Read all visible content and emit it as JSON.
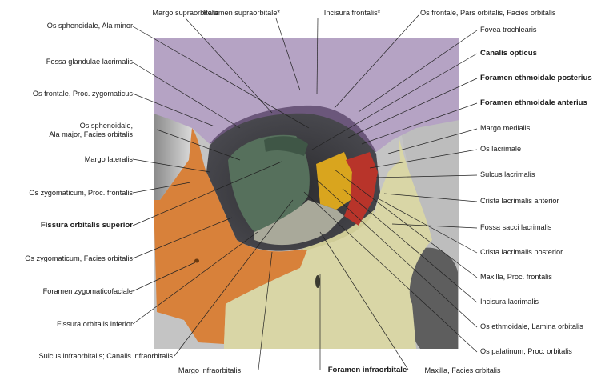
{
  "labels": {
    "top": {
      "margo_supraorbitalis": "Margo supraorbitalis",
      "foramen_supraorbitale": "Foramen supraorbitale*",
      "incisura_frontalis": "Incisura frontalis*",
      "os_frontale_pars_orbitalis": "Os frontale, Pars orbitalis, Facies orbitalis"
    },
    "left": {
      "os_sphenoidale_ala_minor": "Os sphenoidale, Ala minor",
      "fossa_glandulae_lacrimalis": "Fossa glandulae lacrimalis",
      "os_frontale_proc_zygomaticus": "Os frontale, Proc. zygomaticus",
      "os_sphenoidale_line1": "Os sphenoidale,",
      "os_sphenoidale_line2": "Ala major, Facies orbitalis",
      "margo_lateralis": "Margo lateralis",
      "os_zygomaticum_proc_frontalis": "Os zygomaticum, Proc. frontalis",
      "fissura_orbitalis_superior": "Fissura orbitalis superior",
      "os_zygomaticum_facies_orbitalis": "Os zygomaticum, Facies orbitalis",
      "foramen_zygomaticofaciale": "Foramen zygomaticofaciale",
      "fissura_orbitalis_inferior": "Fissura orbitalis inferior",
      "sulcus_infraorbitalis": "Sulcus infraorbitalis; Canalis infraorbitalis"
    },
    "right": {
      "fovea_trochlearis": "Fovea trochlearis",
      "canalis_opticus": "Canalis opticus",
      "foramen_ethmoidale_posterius": "Foramen ethmoidale posterius",
      "foramen_ethmoidale_anterius": "Foramen ethmoidale anterius",
      "margo_medialis": "Margo medialis",
      "os_lacrimale": "Os lacrimale",
      "sulcus_lacrimalis": "Sulcus lacrimalis",
      "crista_lacrimalis_anterior": "Crista lacrimalis anterior",
      "fossa_sacci_lacrimalis": "Fossa sacci lacrimalis",
      "crista_lacrimalis_posterior": "Crista lacrimalis posterior",
      "maxilla_proc_frontalis": "Maxilla, Proc. frontalis",
      "incisura_lacrimalis": "Incisura lacrimalis",
      "os_ethmoidale_lamina_orbitalis": "Os ethmoidale, Lamina orbitalis",
      "os_palatinum_proc_orbitalis": "Os palatinum, Proc. orbitalis"
    },
    "bottom": {
      "margo_infraorbitalis": "Margo infraorbitalis",
      "foramen_infraorbitale": "Foramen infraorbitale",
      "maxilla_facies_orbitalis": "Maxilla, Facies orbitalis"
    }
  },
  "colors": {
    "frontal": "#b5a3c4",
    "frontal_dark": "#5e4c6e",
    "sphenoid": "#56705c",
    "zygomatic": "#d8813a",
    "maxilla": "#d9d6a6",
    "lacrimal": "#d9a51e",
    "ethmoid_palatine": "#b8342a",
    "bone_gray": "#c9c9c9"
  }
}
